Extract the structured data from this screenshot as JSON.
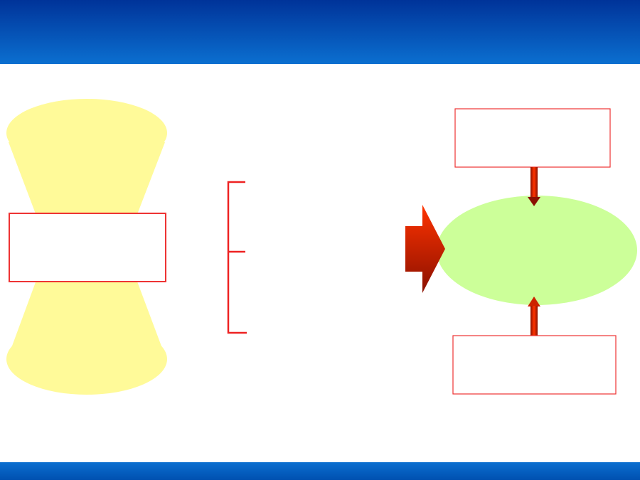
{
  "colors": {
    "band_top": "#003399",
    "band_bottom": "#0b6fd0",
    "hourglass_fill": "#fffa99",
    "ellipse_fill": "#ccff99",
    "box_stroke": "#ee3333",
    "bracket_stroke": "#ee2222",
    "arrow_dark": "#8a1000",
    "arrow_light": "#ff3300"
  },
  "icons": {
    "header_band": "gradient-band",
    "footer_band": "gradient-band",
    "hourglass": "hourglass-shape",
    "bracket": "bracket-shape",
    "right_arrow": "block-arrow-right",
    "down_arrow": "arrow-down",
    "up_arrow": "arrow-up"
  },
  "labels": {
    "left_box": "",
    "top_box": "",
    "bottom_box": "",
    "center_ellipse": ""
  }
}
